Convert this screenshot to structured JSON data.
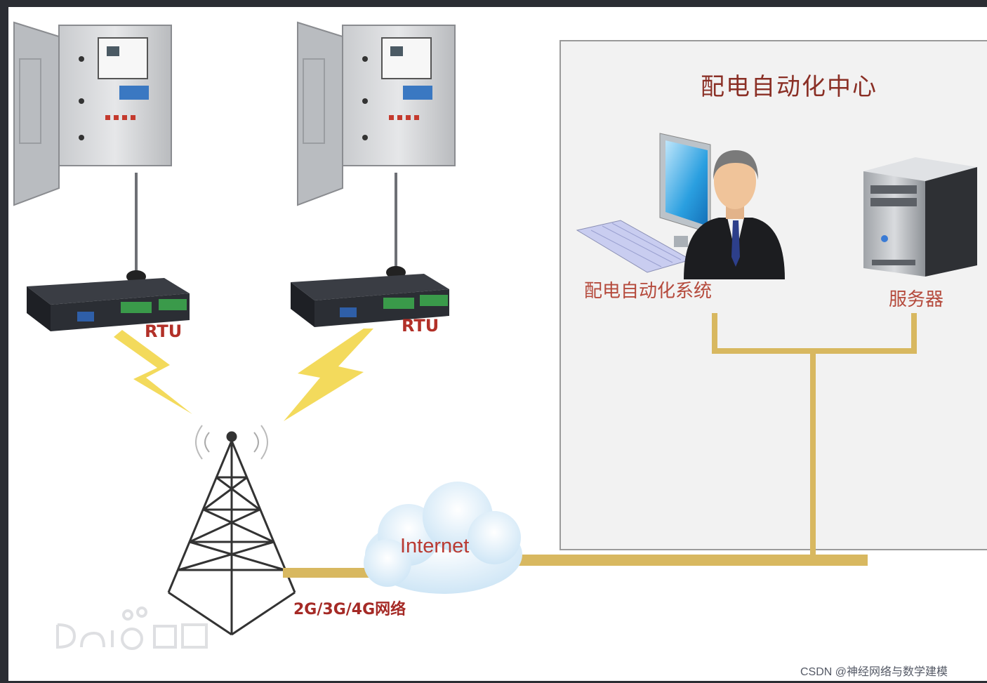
{
  "diagram": {
    "center_title": "配电自动化中心",
    "system_label": "配电自动化系统",
    "server_label": "服务器",
    "rtu_label_1": "RTU",
    "rtu_label_2": "RTU",
    "internet_label": "Internet",
    "network_label": "2G/3G/4G网络"
  },
  "overlay": {
    "csdn_watermark": "CSDN @神经网络与数学建模"
  },
  "colors": {
    "cable": "#d8b860",
    "lightning": "#f2d64a",
    "label_red": "#b23028",
    "background": "#2b2d33"
  }
}
